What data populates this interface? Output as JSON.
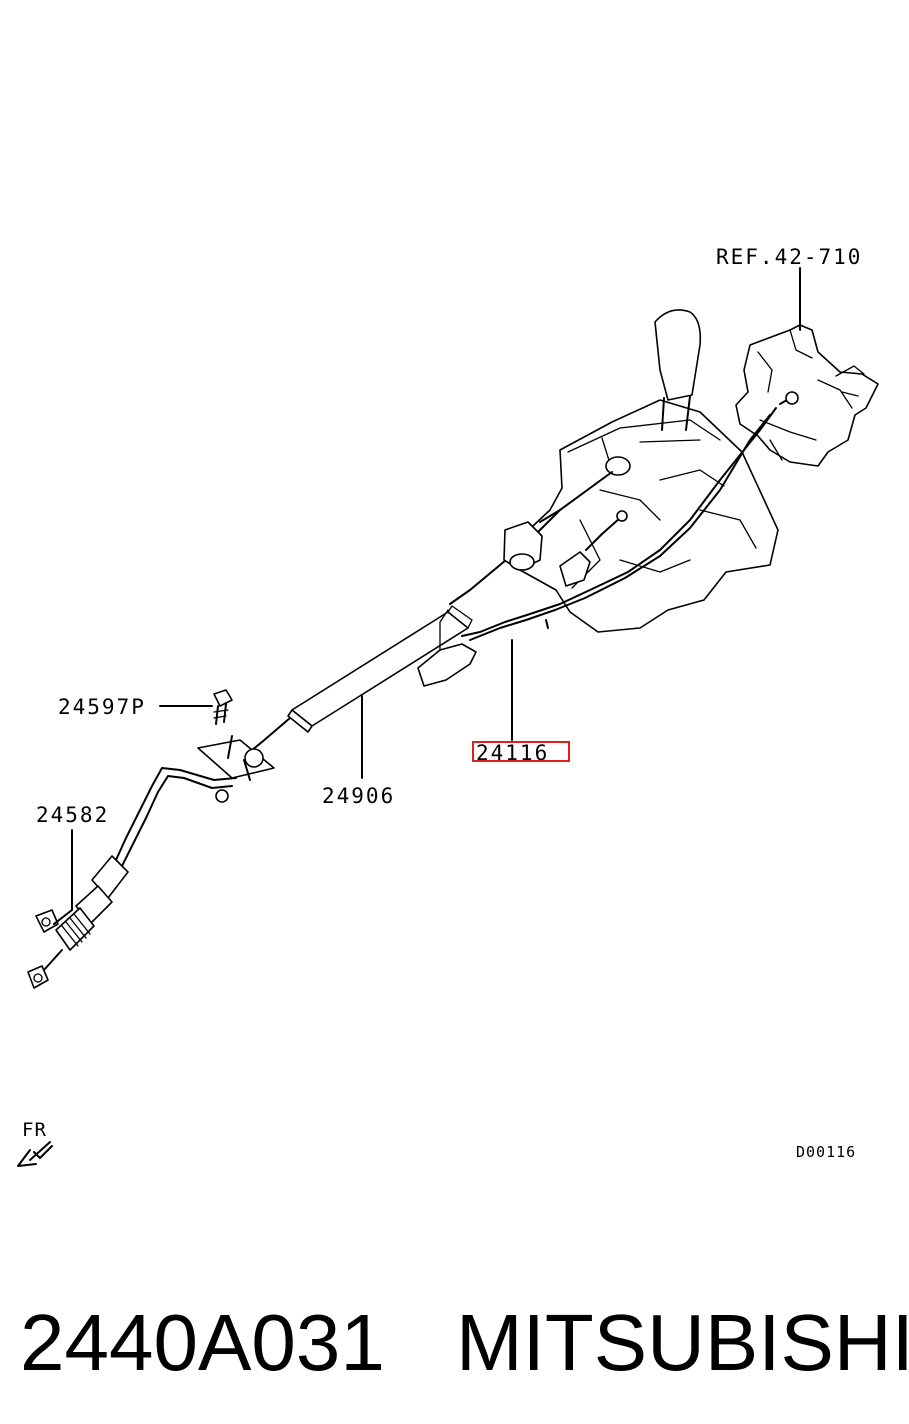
{
  "callouts": {
    "ref": "REF.42-710",
    "cable_24116": "24116",
    "bolt_24597p": "24597P",
    "cable_24906": "24906",
    "nut_24582": "24582"
  },
  "highlight": {
    "target": "24116",
    "color": "#e0201e"
  },
  "direction": {
    "label": "FR",
    "icon": "front-arrow-icon"
  },
  "diagram_code": "D00116",
  "caption": {
    "part_number": "2440A031",
    "brand": "MITSUBISHI"
  }
}
